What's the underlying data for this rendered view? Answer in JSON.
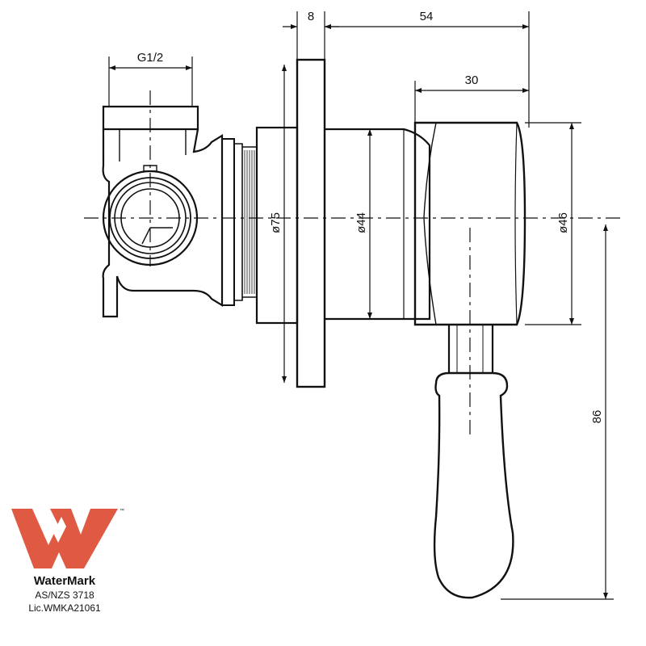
{
  "dimensions": {
    "flange_thickness": "8",
    "overall_depth": "54",
    "handle_depth": "30",
    "thread": "G1/2",
    "flange_diameter": "ø75",
    "body_diameter": "ø44",
    "handle_diameter": "ø46",
    "lever_length": "86"
  },
  "certification": {
    "brand": "WaterMark",
    "trademark": "™",
    "standard": "AS/NZS 3718",
    "licence": "Lic.WMKA21061",
    "logo_color": "#e05a43"
  },
  "colors": {
    "line": "#111111",
    "background": "#ffffff"
  }
}
